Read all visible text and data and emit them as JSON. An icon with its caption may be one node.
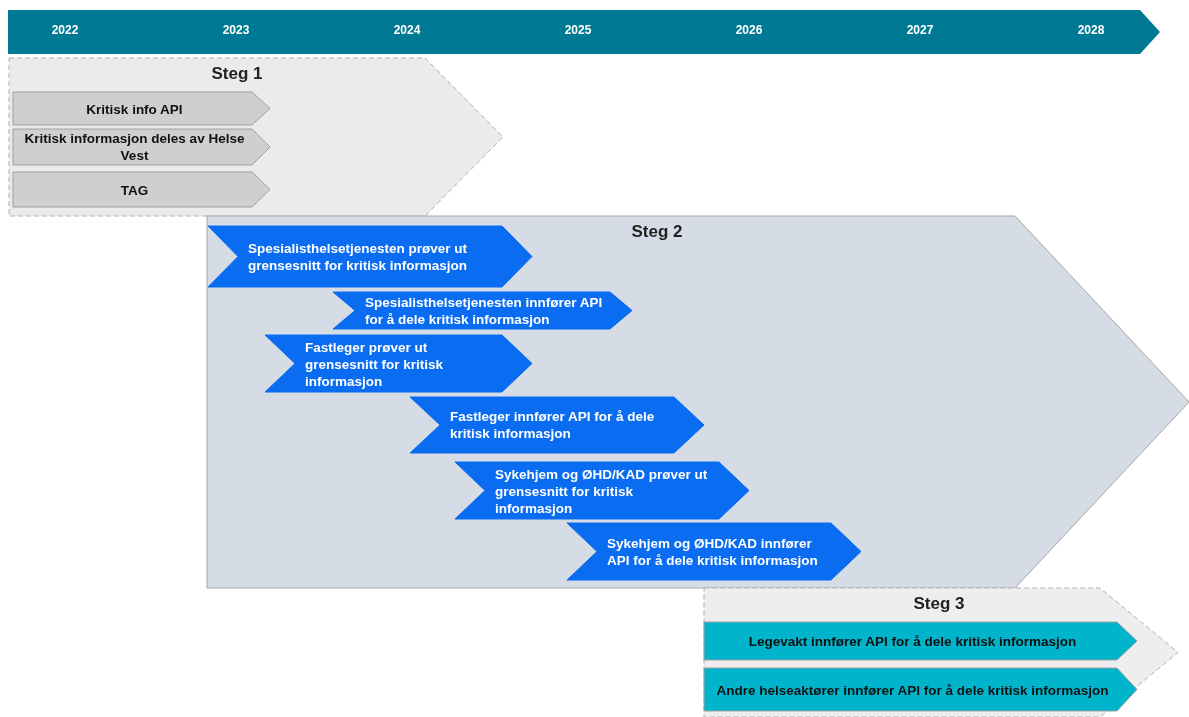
{
  "diagram": {
    "nodes": [
      {
        "text": [
          "Steg 1"
        ]
      },
      {
        "text": [
          "Kritisk info API"
        ],
        "in": 0
      },
      {
        "text": [
          "Kritisk informasjon deles av Helse Vest"
        ],
        "in": 0
      },
      {
        "text": [
          "TAG"
        ],
        "in": 0
      },
      {
        "text": [
          "Steg 2"
        ]
      },
      {
        "text": [
          "Spesialisthelsetjenesten prøver ut grensesnitt for kritisk informasjon"
        ],
        "in": 4
      },
      {
        "text": [
          "Spesialisthelsetjenesten innfører API for å dele kritisk informasjon"
        ],
        "in": 4
      },
      {
        "text": [
          "Fastleger prøver ut grensesnitt for kritisk informasjon"
        ],
        "in": 4
      },
      {
        "text": [
          "Fastleger innfører API for å dele kritisk informasjon"
        ],
        "in": 4
      },
      {
        "text": [
          "Sykehjem og ØHD/KAD prøver ut grensesnitt for kritisk informasjon"
        ],
        "in": 4
      },
      {
        "text": [
          "Sykehjem og ØHD/KAD innfører API for å dele kritisk informasjon"
        ],
        "in": 4
      },
      {
        "text": [
          "Steg 3"
        ]
      },
      {
        "text": [
          "Legevakt innfører API for å dele kritisk informasjon"
        ],
        "in": 11
      },
      {
        "text": [
          "Andre helseaktører innfører API for å dele kritisk informasjon"
        ],
        "in": 11
      }
    ],
    "edges": [],
    "labels": [
      "2022",
      "2023",
      "2024",
      "2025",
      "2026",
      "2027",
      "2028"
    ]
  }
}
